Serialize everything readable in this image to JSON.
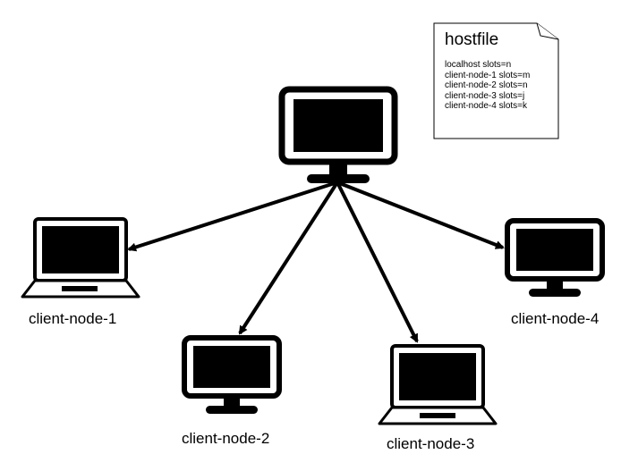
{
  "hostfile": {
    "title": "hostfile",
    "lines": [
      "localhost slots=n",
      "client-node-1 slots=m",
      "client-node-2 slots=n",
      "client-node-3 slots=j",
      "client-node-4 slots=k"
    ]
  },
  "nodes": {
    "server": {
      "icon": "desktop-monitor-icon",
      "label": ""
    },
    "client1": {
      "icon": "laptop-icon",
      "label": "client-node-1"
    },
    "client2": {
      "icon": "desktop-monitor-icon",
      "label": "client-node-2"
    },
    "client3": {
      "icon": "laptop-icon",
      "label": "client-node-3"
    },
    "client4": {
      "icon": "desktop-monitor-icon",
      "label": "client-node-4"
    }
  },
  "edges": [
    {
      "from": "server",
      "to": "client1"
    },
    {
      "from": "server",
      "to": "client2"
    },
    {
      "from": "server",
      "to": "client3"
    },
    {
      "from": "server",
      "to": "client4"
    }
  ],
  "colors": {
    "stroke": "#000000",
    "screen": "#000000",
    "background": "#ffffff"
  }
}
